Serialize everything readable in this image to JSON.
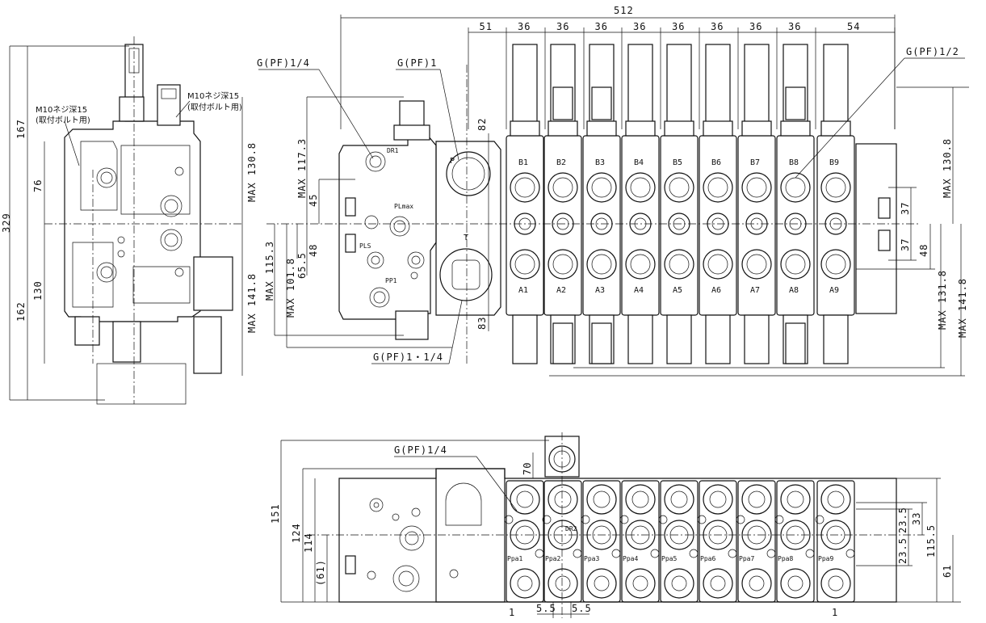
{
  "top_widths": {
    "total": "512",
    "segments": [
      "51",
      "36",
      "36",
      "36",
      "36",
      "36",
      "36",
      "36",
      "36",
      "54"
    ]
  },
  "port_callouts": {
    "left_pf_14": "G(PF)1/4",
    "pf_1": "G(PF)1",
    "pf_12": "G(PF)1/2",
    "pf_1_14": "G(PF)1・1/4",
    "bottom_pf_14": "G(PF)1/4"
  },
  "side_view": {
    "notes": {
      "left": [
        "M10ネジ深15",
        "(取付ボルト用)"
      ],
      "right": [
        "M10ネジ深15",
        "(取付ボルト用)"
      ]
    },
    "dims": {
      "total": "329",
      "upper": "167",
      "lower": "162",
      "d76": "76",
      "d130": "130",
      "max_130_8": "MAX 130.8",
      "max_141_8": "MAX 141.8"
    }
  },
  "front_view": {
    "dims": {
      "max_117_3": "MAX 117.3",
      "d45": "45",
      "d48": "48",
      "d65_5": "65.5",
      "max_101_8": "MAX 101.8",
      "max_115_3": "MAX 115.3",
      "d82": "82",
      "d83": "83",
      "r_max_130_8": "MAX 130.8",
      "r37a": "37",
      "r37b": "37",
      "r48": "48",
      "r_max_131_8": "MAX 131.8",
      "r_max_141_8": "MAX 141.8"
    },
    "inlet_labels": {
      "DR1": "DR1",
      "PLmax": "PLmax",
      "PLS": "PLS",
      "PP1": "PP1",
      "P": "P",
      "T": "T"
    },
    "sections_b": [
      "B1",
      "B2",
      "B3",
      "B4",
      "B5",
      "B6",
      "B7",
      "B8",
      "B9"
    ],
    "sections_a": [
      "A1",
      "A2",
      "A3",
      "A4",
      "A5",
      "A6",
      "A7",
      "A8",
      "A9"
    ]
  },
  "bottom_view": {
    "dims": {
      "d151": "151",
      "d124": "124",
      "d114": "114",
      "d61p": "(61)",
      "d70": "70",
      "d23_5a": "23.5",
      "d23_5b": "23.5",
      "d33": "33",
      "d115_5": "115.5",
      "d61": "61",
      "d5_5a": "5.5",
      "d5_5b": "5.5",
      "one_a": "1",
      "one_b": "1"
    },
    "labels": {
      "DR2": "DR2",
      "ppa": [
        "Ppa1",
        "Ppa2",
        "Ppa3",
        "Ppa4",
        "Ppa5",
        "Ppa6",
        "Ppa7",
        "Ppa8",
        "Ppa9"
      ]
    }
  }
}
